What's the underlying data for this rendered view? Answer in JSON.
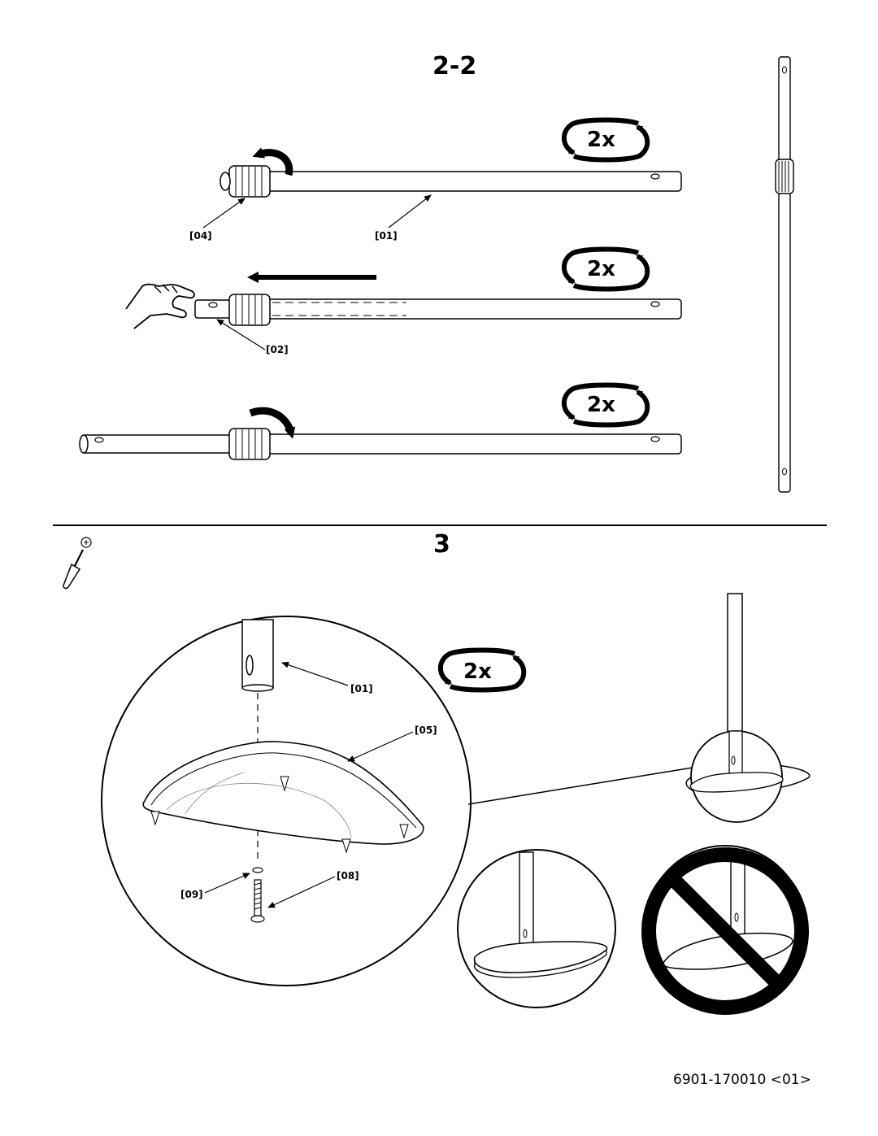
{
  "steps": {
    "step_2_2": "2-2",
    "step_3": "3"
  },
  "repeat_badge": "2x",
  "part_labels": {
    "p04": "[04]",
    "p01": "[01]",
    "p02": "[02]",
    "p01b": "[01]",
    "p05": "[05]",
    "p09": "[09]",
    "p08": "[08]"
  },
  "document_code": "6901-170010 <01>",
  "icons": [
    "rotate-ccw-arrow-icon",
    "rotate-cw-arrow-icon",
    "push-left-arrow-icon",
    "hand-icon",
    "screwdriver-icon",
    "prohibited-icon",
    "repeat-badge-icon"
  ]
}
